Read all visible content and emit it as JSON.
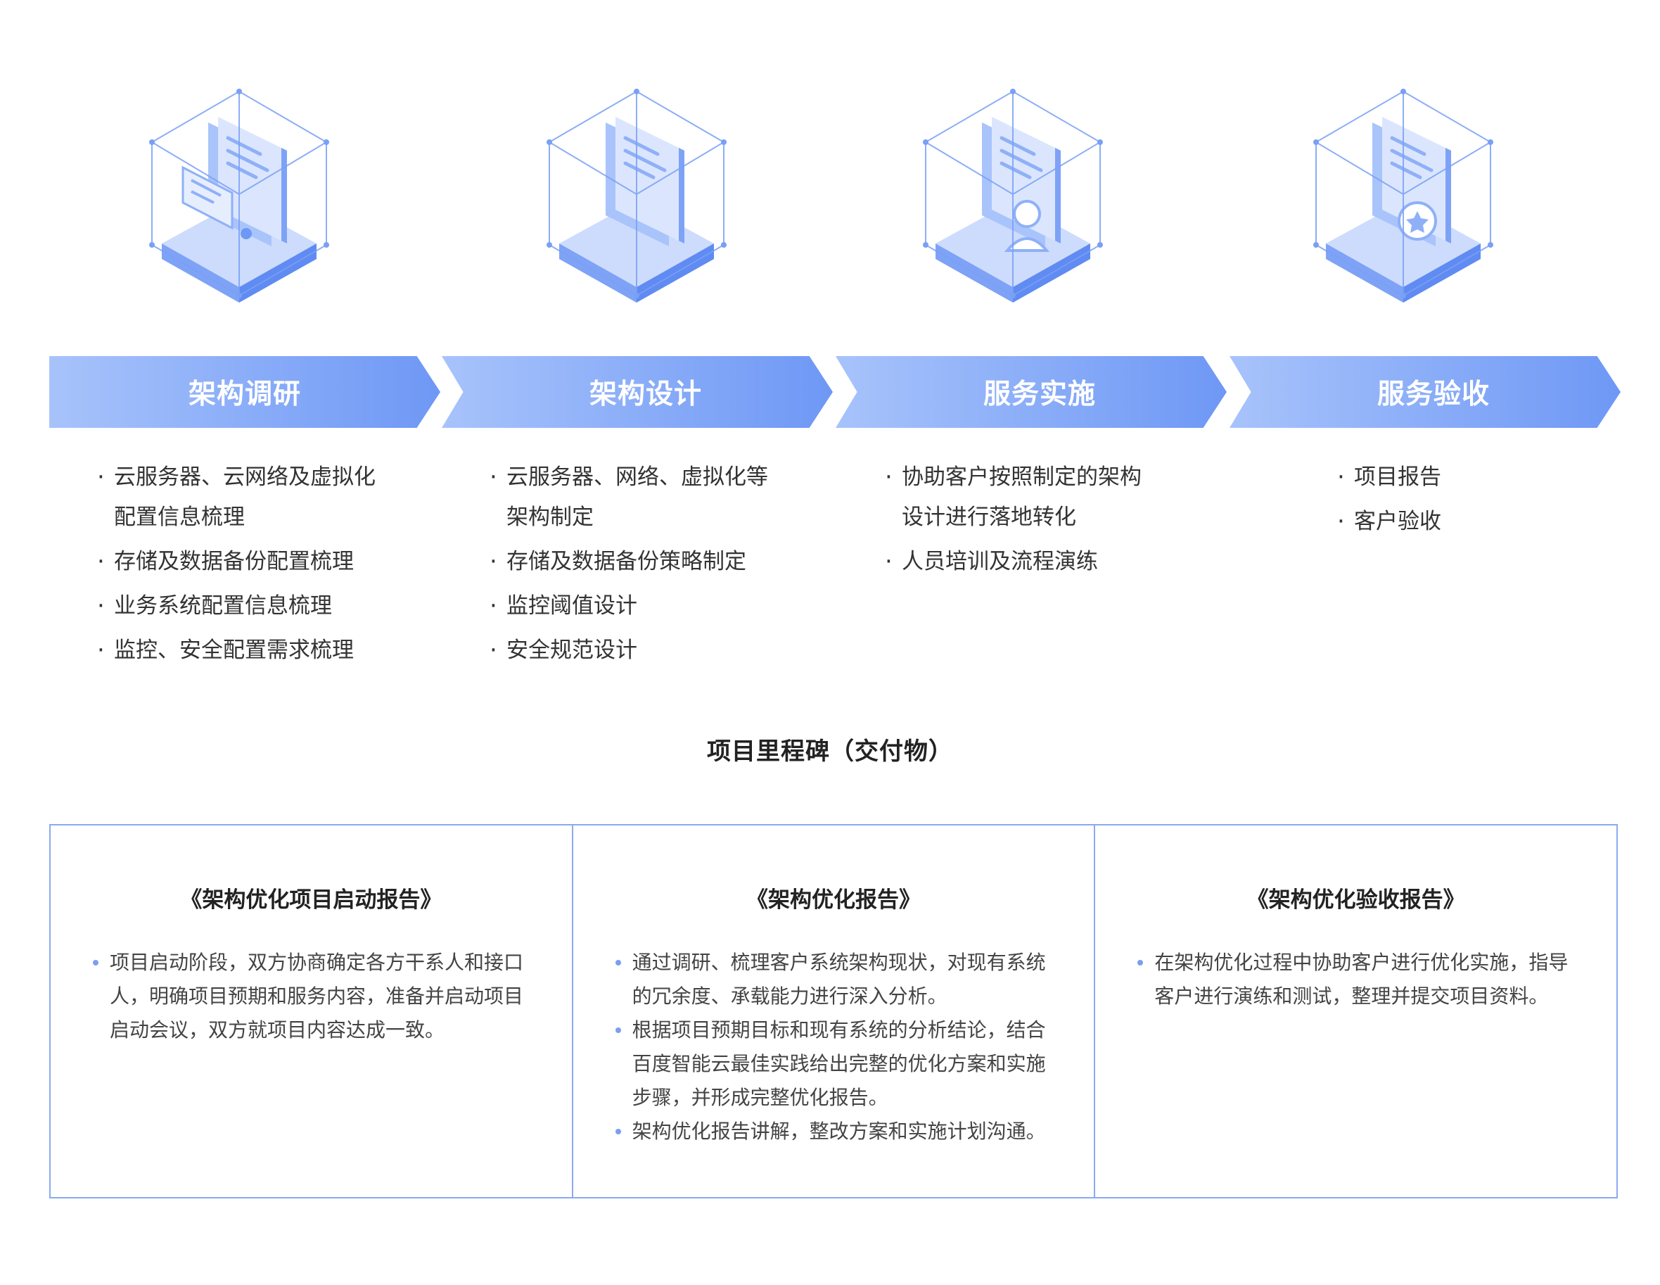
{
  "phases": [
    {
      "title": "架构调研",
      "icon": "document-monitor-icon",
      "items": [
        "云服务器、云网络及虚拟化\n配置信息梳理",
        "存储及数据备份配置梳理",
        "业务系统配置信息梳理",
        "监控、安全配置需求梳理"
      ]
    },
    {
      "title": "架构设计",
      "icon": "document-icon",
      "items": [
        "云服务器、网络、虚拟化等\n架构制定",
        "存储及数据备份策略制定",
        "监控阈值设计",
        "安全规范设计"
      ]
    },
    {
      "title": "服务实施",
      "icon": "document-user-icon",
      "items": [
        "协助客户按照制定的架构\n设计进行落地转化",
        "人员培训及流程演练"
      ]
    },
    {
      "title": "服务验收",
      "icon": "document-badge-icon",
      "items": [
        "项目报告",
        "客户验收"
      ]
    }
  ],
  "milestones": {
    "title": "项目里程碑（交付物）",
    "cells": [
      {
        "title": "《架构优化项目启动报告》",
        "items": [
          "项目启动阶段，双方协商确定各方干系人和接口人，明确项目预期和服务内容，准备并启动项目启动会议，双方就项目内容达成一致。"
        ]
      },
      {
        "title": "《架构优化报告》",
        "items": [
          "通过调研、梳理客户系统架构现状，对现有系统的冗余度、承载能力进行深入分析。",
          "根据项目预期目标和现有系统的分析结论，结合百度智能云最佳实践给出完整的优化方案和实施步骤，并形成完整优化报告。",
          "架构优化报告讲解，整改方案和实施计划沟通。"
        ]
      },
      {
        "title": "《架构优化验收报告》",
        "items": [
          "在架构优化过程中协助客户进行优化实施，指导客户进行演练和测试，整理并提交项目资料。"
        ]
      }
    ]
  },
  "colors": {
    "accent": "#6e98f5",
    "accent_light": "#a8c3fb",
    "border": "#8aaaf0",
    "bullet": "#7c9ef0"
  }
}
